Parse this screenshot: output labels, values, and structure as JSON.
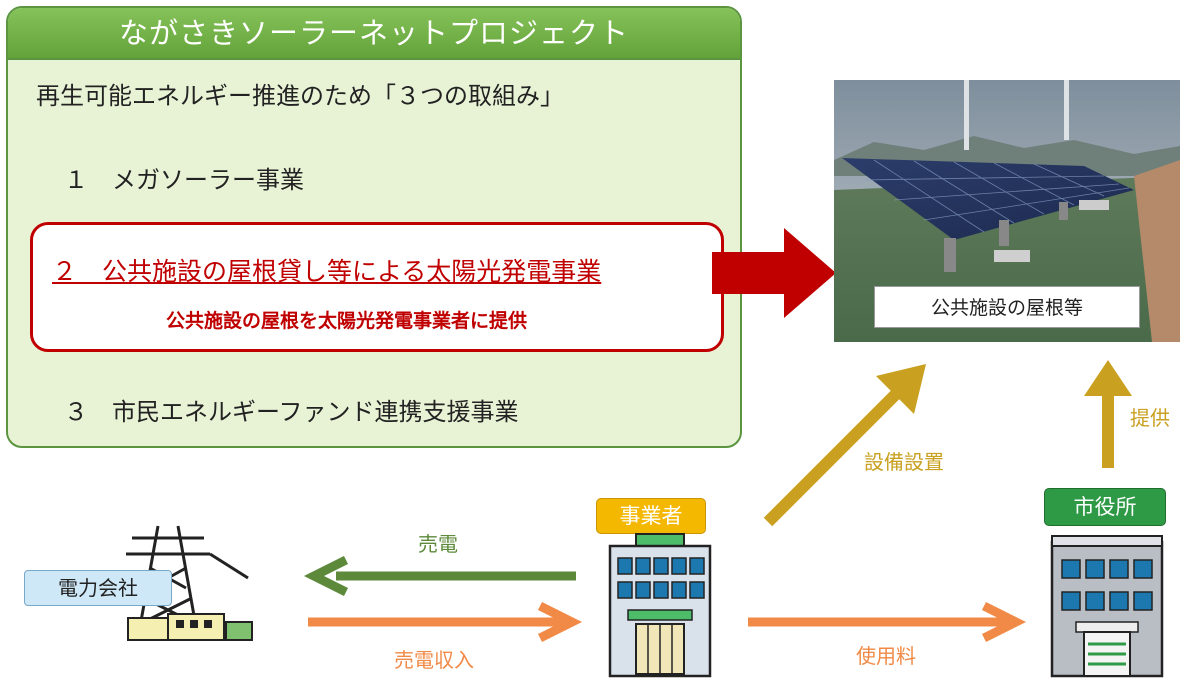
{
  "project": {
    "title": "ながさきソーラーネットプロジェクト",
    "intro": "再生可能エネルギー推進のため「３つの取組み」",
    "item1": "１　メガソーラー事業",
    "item2": "２　公共施設の屋根貸し等による太陽光発電事業",
    "item2_sub": "公共施設の屋根を太陽光発電事業者に提供",
    "item3": "３　市民エネルギーファンド連携支援事業"
  },
  "photo": {
    "caption": "公共施設の屋根等"
  },
  "nodes": {
    "power_company": "電力会社",
    "operator": "事業者",
    "city_hall": "市役所"
  },
  "flows": {
    "sell_power": "売電",
    "sell_income": "売電収入",
    "usage_fee": "使用料",
    "install": "設備設置",
    "provide": "提供"
  },
  "colors": {
    "panel_green": "#63a23a",
    "panel_bg": "#e8f3d6",
    "highlight_red": "#c00000",
    "arrow_green": "#5c8a3a",
    "arrow_orange": "#f08a46",
    "arrow_gold": "#c9a020",
    "operator_badge": "#f5b800",
    "city_badge": "#2e9a45",
    "power_badge": "#cfe8f7"
  }
}
